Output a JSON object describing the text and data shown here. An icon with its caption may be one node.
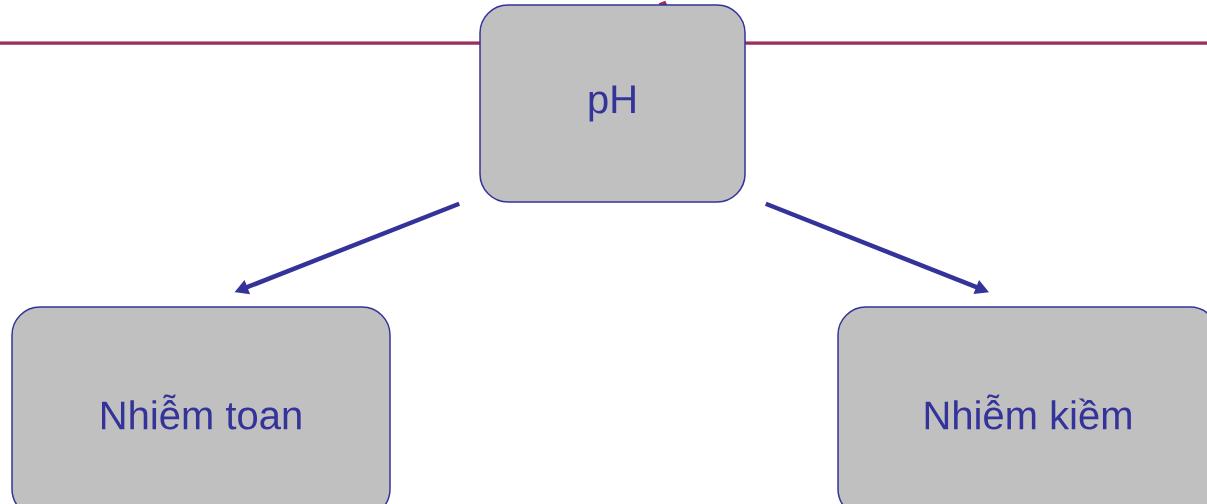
{
  "diagram": {
    "nodes": [
      {
        "text": [
          "pH"
        ]
      },
      {
        "text": [
          "Nhiễm toan"
        ]
      },
      {
        "text": [
          "Nhiễm kiềm"
        ]
      }
    ],
    "edges": [
      {
        "from": 0,
        "to": 1,
        "arrow": "to"
      },
      {
        "from": 0,
        "to": 2,
        "arrow": "to"
      }
    ]
  }
}
